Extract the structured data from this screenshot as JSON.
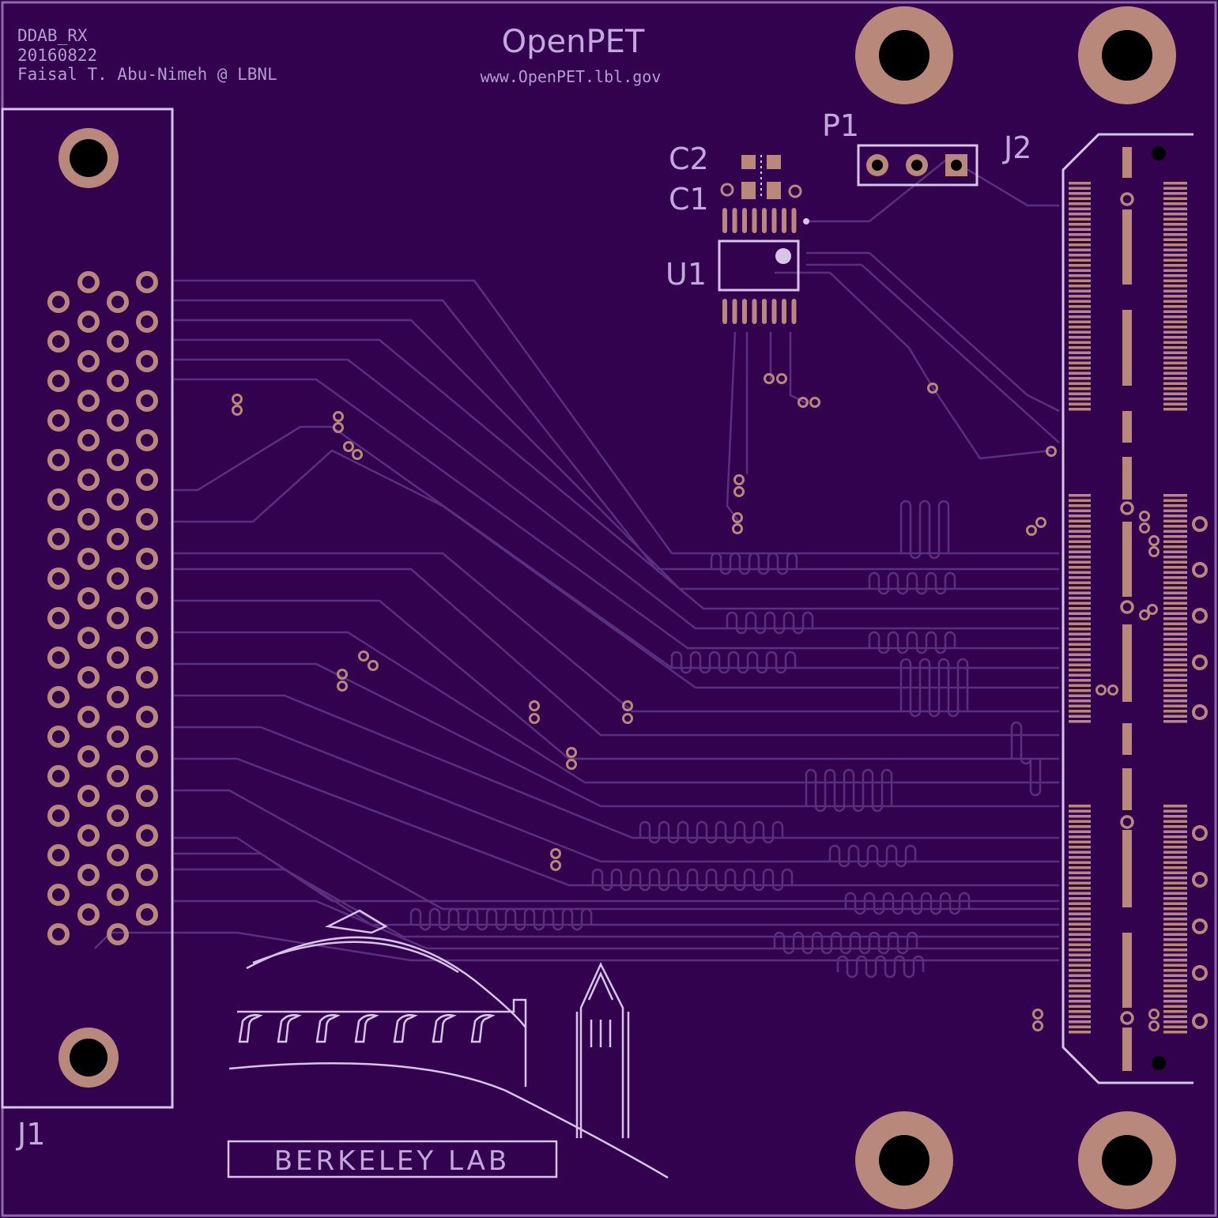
{
  "board": {
    "info_lines": [
      "DDAB_RX",
      "20160822",
      "Faisal T. Abu-Nimeh @ LBNL"
    ],
    "brand": "OpenPET",
    "url": "www.OpenPET.lbl.gov",
    "logo_text": "BERKELEY LAB",
    "designators": {
      "j1": "J1",
      "j2": "J2",
      "u1": "U1",
      "c1": "C1",
      "c2": "C2",
      "p1": "P1"
    }
  },
  "colors": {
    "board": "#33024f",
    "edge": "#8e6aa8",
    "trace": "#5a2f80",
    "silkscreen": "#d7c4e6",
    "copper_pad": "#b8887b",
    "drill": "#000000"
  }
}
